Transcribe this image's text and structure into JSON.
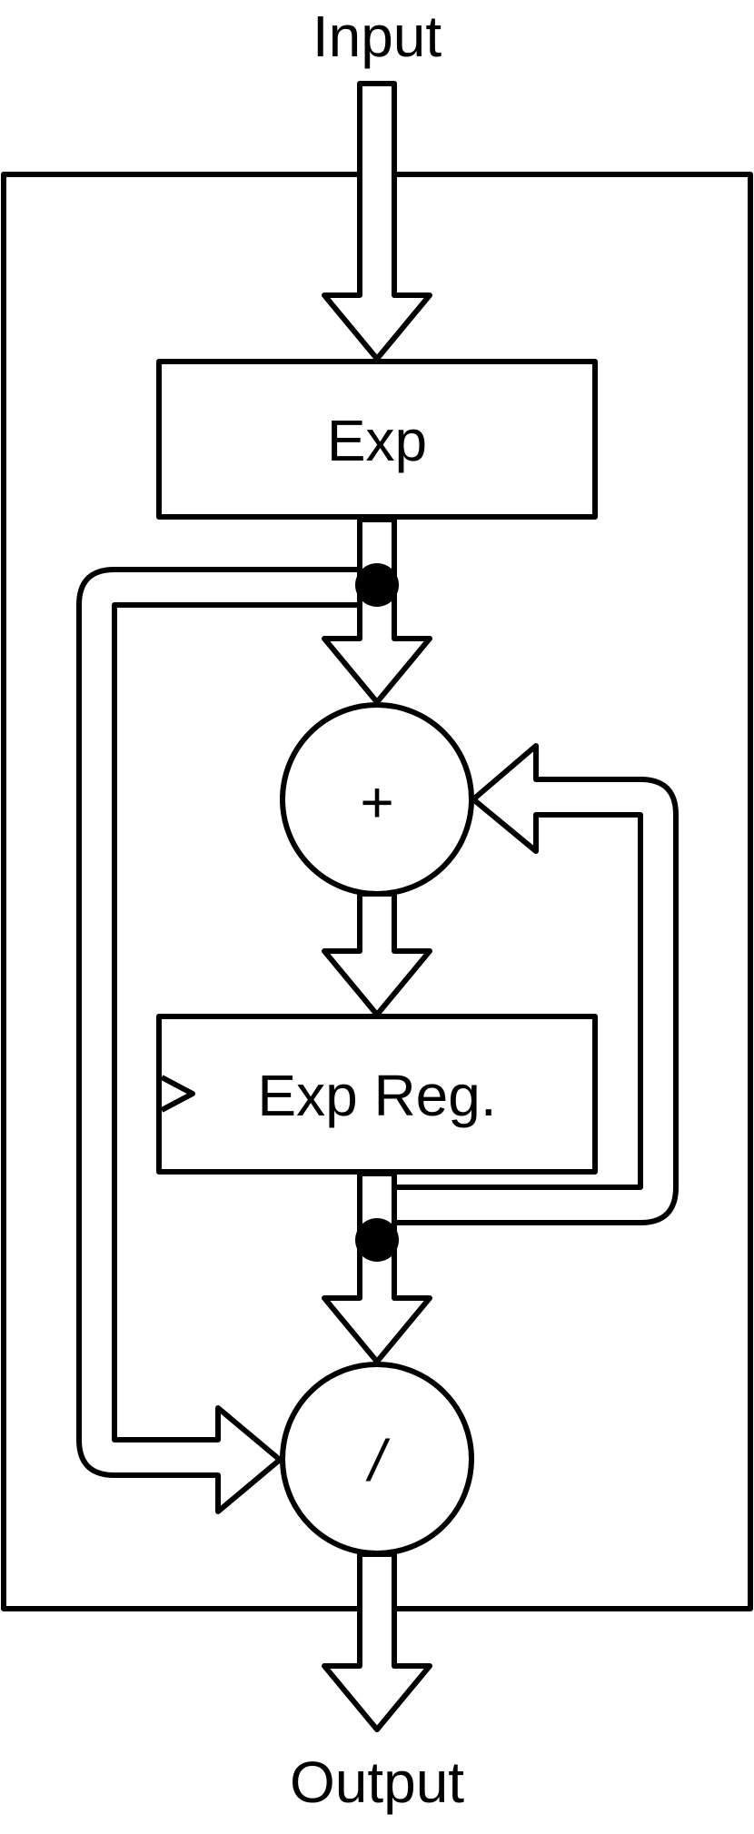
{
  "labels": {
    "input": "Input",
    "output": "Output",
    "exp_block": "Exp",
    "exp_reg_block": "Exp Reg.",
    "adder_symbol": "+",
    "divider_symbol": "/"
  },
  "colors": {
    "stroke": "#000000",
    "fill": "#ffffff",
    "background": "#ffffff"
  }
}
